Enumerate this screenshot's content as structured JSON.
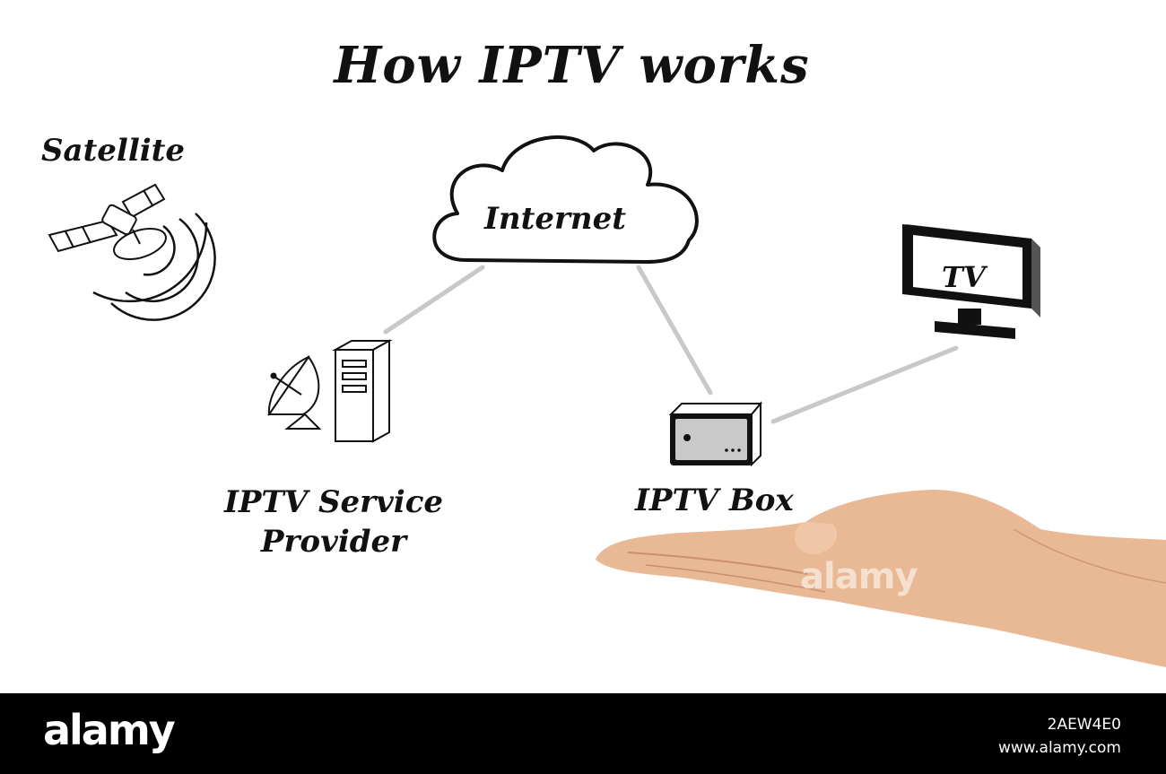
{
  "title": "How IPTV works",
  "nodes": {
    "satellite": "Satellite",
    "internet": "Internet",
    "tv": "TV",
    "provider": "IPTV Service Provider",
    "box": "IPTV Box"
  },
  "watermark": {
    "brand": "alamy",
    "image_id": "2AEW4E0",
    "site": "www.alamy.com"
  },
  "colors": {
    "connector": "#c8c8c8",
    "ink": "#111111",
    "skin": "#e9b894",
    "footer": "#000000"
  }
}
